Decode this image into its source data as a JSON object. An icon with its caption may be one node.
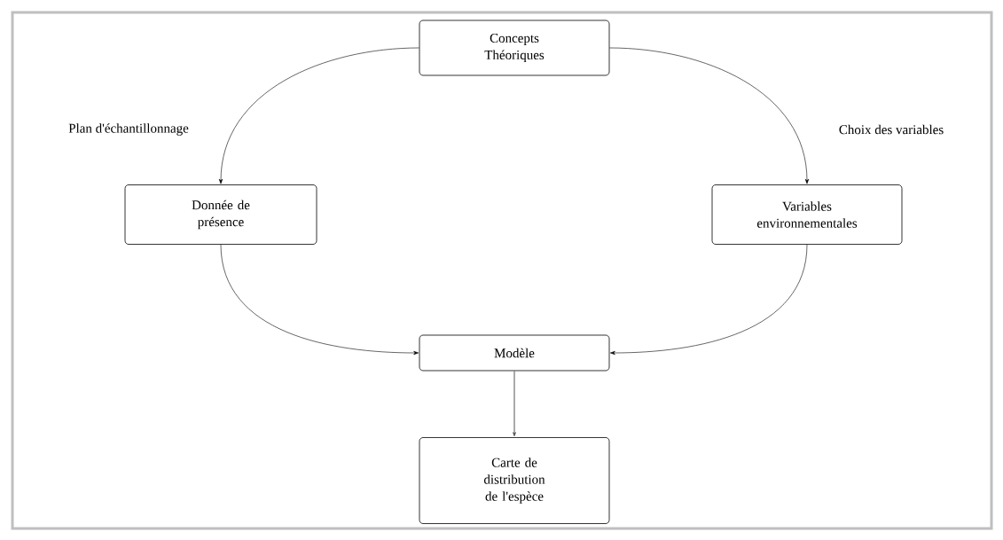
{
  "diagram": {
    "nodes": [
      {
        "text": [
          "Concepts Théoriques"
        ]
      },
      {
        "text": [
          "Donnée de présence"
        ]
      },
      {
        "text": [
          "Variables environnementales"
        ]
      },
      {
        "text": [
          "Modèle"
        ]
      },
      {
        "text": [
          "Carte de distribution de l'espèce"
        ]
      }
    ],
    "edges": [
      {
        "from": 0,
        "to": 1,
        "arrow": "to",
        "label": "Plan d'échantillonnage"
      },
      {
        "from": 0,
        "to": 2,
        "arrow": "to",
        "label": "Choix des variables"
      },
      {
        "from": 1,
        "to": 3,
        "arrow": "to"
      },
      {
        "from": 2,
        "to": 3,
        "arrow": "to"
      },
      {
        "from": 3,
        "to": 4,
        "arrow": "to",
        "color": "#555555"
      }
    ]
  }
}
